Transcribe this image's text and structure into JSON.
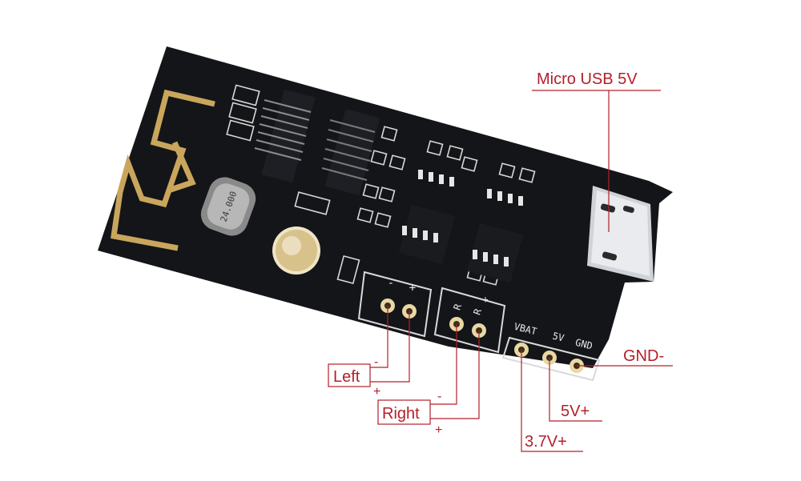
{
  "board": {
    "silkscreen": {
      "crystal": "24.000",
      "left_plus": "+",
      "left_minus": "-",
      "right_r1": "R",
      "right_r2": "R",
      "right_plus": "+",
      "vbat": "VBAT",
      "five_v": "5V",
      "gnd": "GND"
    }
  },
  "callouts": {
    "micro_usb": "Micro USB 5V",
    "left": "Left",
    "left_minus": "-",
    "left_plus": "+",
    "right": "Right",
    "right_minus": "-",
    "right_plus": "+",
    "gnd": "GND-",
    "five_v": "5V+",
    "three_seven_v": "3.7V+"
  },
  "colors": {
    "board": "#141518",
    "callout": "#b3202a",
    "gold": "#c9a65c"
  }
}
